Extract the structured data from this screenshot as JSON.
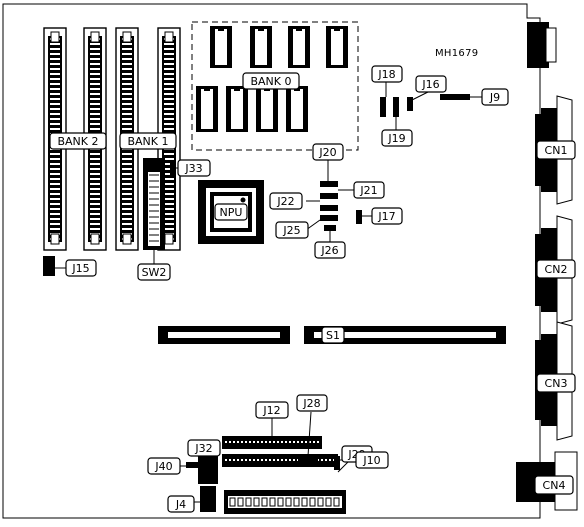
{
  "model_id": "MH1679",
  "memory": {
    "bank0": "BANK 0",
    "bank1": "BANK 1",
    "bank2": "BANK 2"
  },
  "cpu": {
    "label": "NPU"
  },
  "switch": {
    "label": "SW2"
  },
  "slot": {
    "label": "S1"
  },
  "connectors": {
    "cn1": "CN1",
    "cn2": "CN2",
    "cn3": "CN3",
    "cn4": "CN4"
  },
  "jumpers": {
    "j4": "J4",
    "j9": "J9",
    "j10": "J10",
    "j12": "J12",
    "j15": "J15",
    "j16": "J16",
    "j17": "J17",
    "j18": "J18",
    "j19": "J19",
    "j20": "J20",
    "j21": "J21",
    "j22": "J22",
    "j25": "J25",
    "j26": "J26",
    "j28": "J28",
    "j29": "J29",
    "j32": "J32",
    "j33": "J33",
    "j40": "J40"
  }
}
